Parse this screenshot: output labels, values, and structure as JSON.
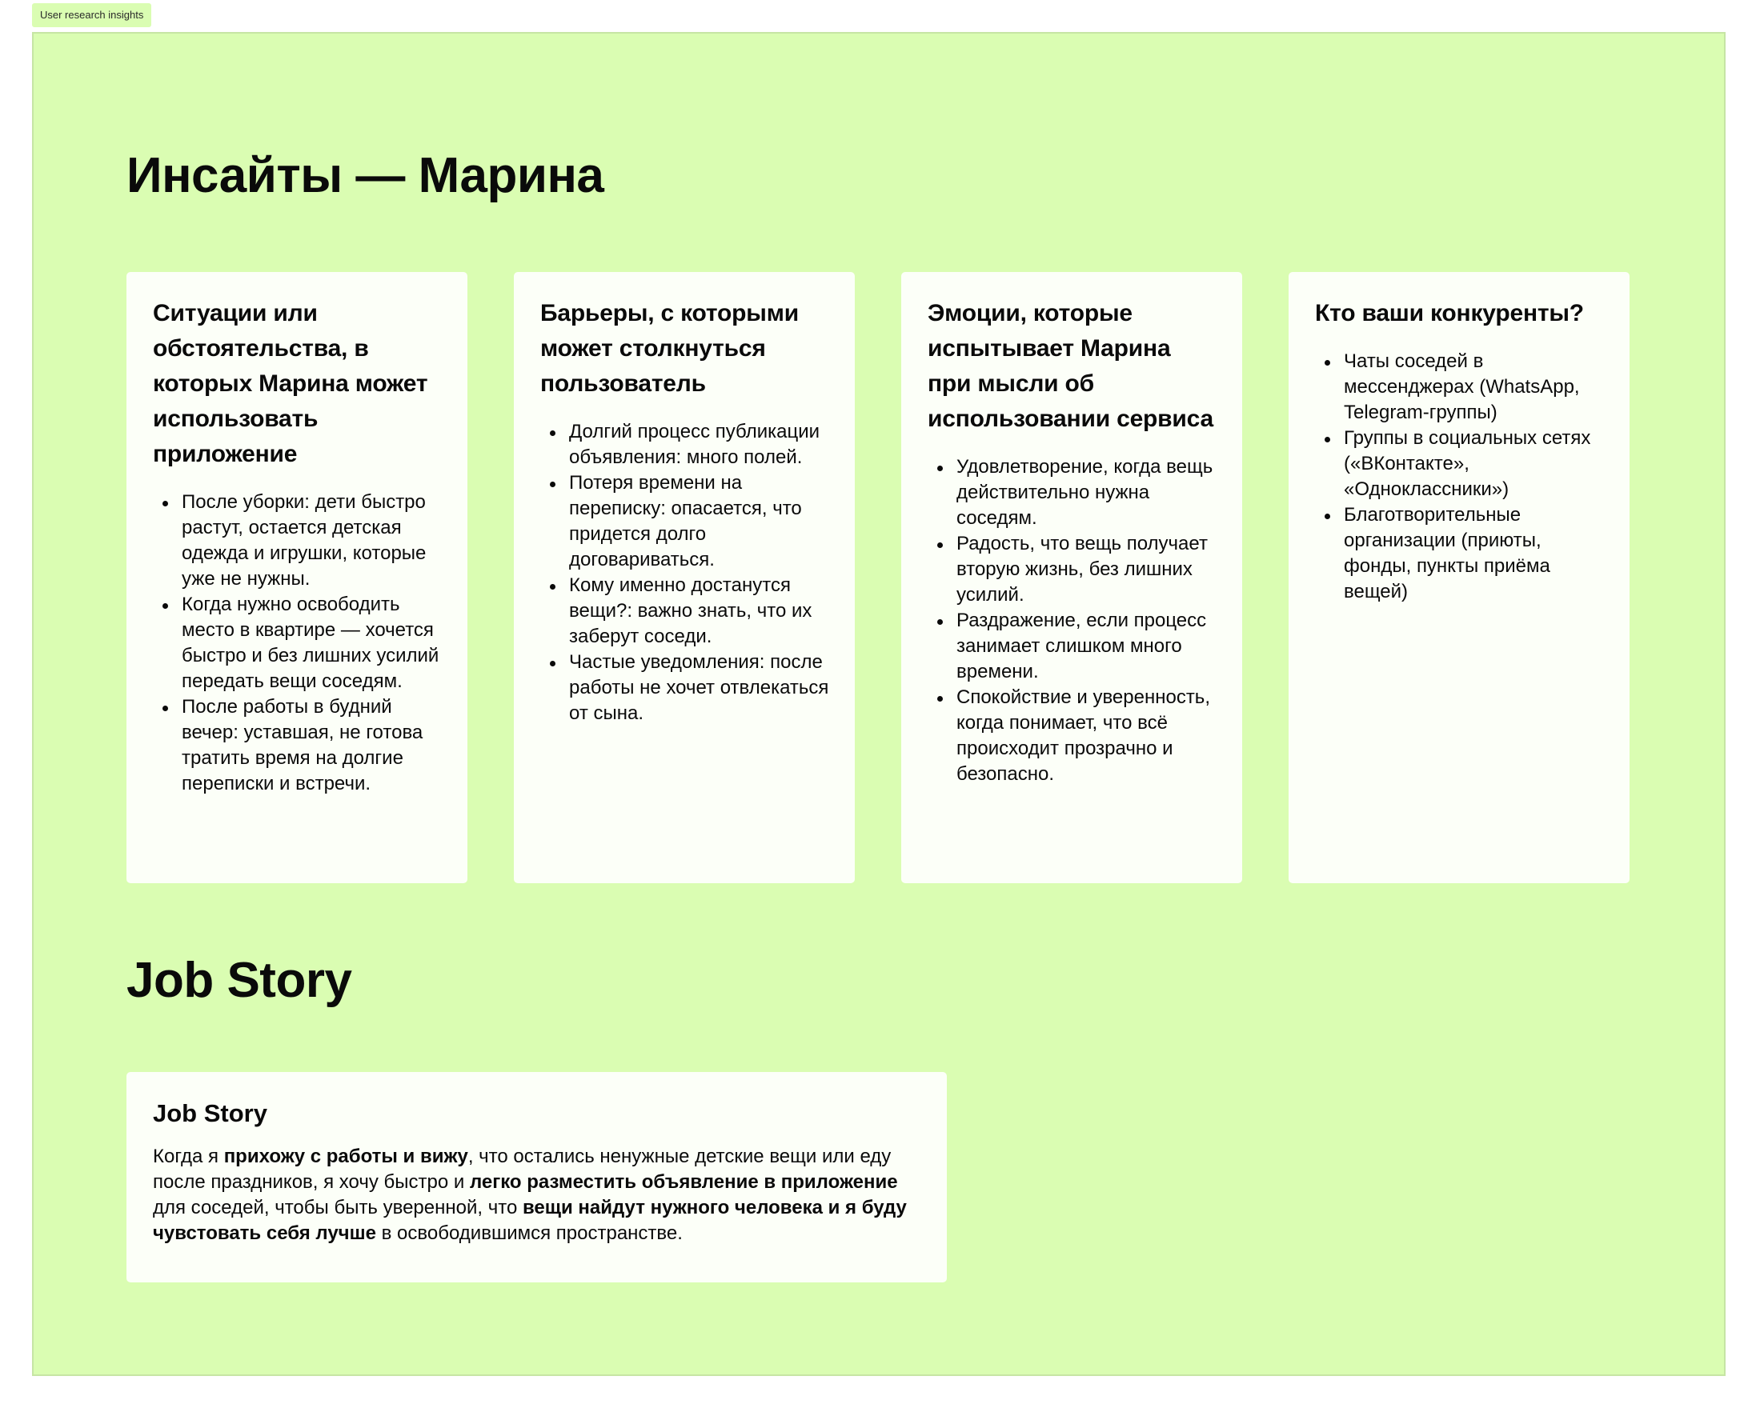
{
  "section_label": "User research insights",
  "colors": {
    "frame_bg": "#dafdb2",
    "frame_border": "#c6e5a4",
    "card_bg": "#fcfff8",
    "text": "#0a0a0a"
  },
  "insights": {
    "title": "Инсайты — Марина",
    "cards": [
      {
        "heading": "Ситуации или обстоятельства, в которых Марина может использовать приложение",
        "items": [
          "После уборки: дети быстро растут, остается детская одежда и игрушки, которые уже не нужны.",
          "Когда нужно освободить место в квартире — хочется быстро и без лишних усилий передать вещи соседям.",
          "После работы в будний вечер: уставшая, не готова тратить время на долгие переписки и встречи."
        ]
      },
      {
        "heading": "Барьеры, с которыми может столкнуться пользователь",
        "items": [
          "Долгий процесс публикации объявления: много полей.",
          "Потеря времени на переписку: опасается, что придется долго договариваться.",
          "Кому именно достанутся вещи?: важно знать, что их заберут соседи.",
          "Частые уведомления: после работы не хочет отвлекаться от сына."
        ]
      },
      {
        "heading": "Эмоции, которые испытывает Марина при мысли об использовании сервиса",
        "items": [
          "Удовлетворение, когда вещь действительно нужна соседям.",
          "Радость, что вещь получает вторую жизнь, без лишних усилий.",
          "Раздражение, если процесс занимает слишком много времени.",
          "Спокойствие и уверенность, когда понимает, что всё происходит прозрачно и безопасно."
        ]
      },
      {
        "heading": "Кто ваши конкуренты?",
        "items": [
          "Чаты соседей в мессенджерах (WhatsApp, Telegram-группы)",
          "Группы в социальных сетях («ВКонтакте», «Одноклассники»)",
          "Благотворительные организации (приюты, фонды, пункты приёма вещей)"
        ]
      }
    ]
  },
  "job_story": {
    "section_title": "Job Story",
    "card_title": "Job Story",
    "segments": [
      {
        "text": "Когда я ",
        "bold": false
      },
      {
        "text": "прихожу с работы и вижу",
        "bold": true
      },
      {
        "text": ", что остались ненужные детские вещи или еду после праздников, я хочу быстро и ",
        "bold": false
      },
      {
        "text": "легко разместить объявление в приложение",
        "bold": true
      },
      {
        "text": " для соседей, чтобы быть уверенной, что ",
        "bold": false
      },
      {
        "text": "вещи найдут нужного человека и я буду чувстовать себя лучше",
        "bold": true
      },
      {
        "text": " в освободившимся пространстве.",
        "bold": false
      }
    ]
  }
}
